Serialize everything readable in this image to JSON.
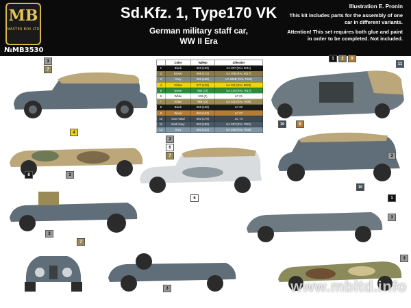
{
  "brand": {
    "logo_mark": "MB",
    "logo_sub": "MASTER BOX LTD",
    "code": "№MB3530"
  },
  "header": {
    "title": "Sd.Kfz. 1, Type170 VK",
    "subtitle_line1": "German military staff car,",
    "subtitle_line2": "WW II Era",
    "credit": "Illustration E. Pronin",
    "kit_note": "This kit includes parts for the assembly of one car in different variants.",
    "warn_note": "Attention! This set requires both glue and paint in order to be completed. Not included."
  },
  "color_table": {
    "headers": [
      "",
      "Color",
      "Vallejo",
      "Lifecolor"
    ],
    "rows": [
      {
        "n": "1",
        "name": "Black",
        "vallejo": "950 (169)",
        "life": "UA 307 (RAL 9011)",
        "bg": "#111111",
        "fg": "#ffffff"
      },
      {
        "n": "2",
        "name": "Brown",
        "vallejo": "985 (172)",
        "life": "UA 305 (RAL 8017)",
        "bg": "#8a7a4a",
        "fg": "#ffffff"
      },
      {
        "n": "3",
        "name": "Grey",
        "vallejo": "992 (168)",
        "life": "UA 220B (RAL 7016)",
        "bg": "#7f8c8c",
        "fg": "#ffffff"
      },
      {
        "n": "4",
        "name": "Yellow",
        "vallejo": "977 (125)",
        "life": "UA 201 (RAL 8020)",
        "bg": "#f2d20c",
        "fg": "#222222"
      },
      {
        "n": "5",
        "name": "Green",
        "vallejo": "893 (72)",
        "life": "UA 210 (RAL 7017)",
        "bg": "#2e8b3a",
        "fg": "#ffffff"
      },
      {
        "n": "6",
        "name": "White",
        "vallejo": "919 (2)",
        "life": "LC 01",
        "bg": "#ffffff",
        "fg": "#222222"
      },
      {
        "n": "7",
        "name": "Khaki",
        "vallejo": "988 (13)",
        "life": "UA 402 (RAL 7008)",
        "bg": "#9a8a55",
        "fg": "#ffffff"
      },
      {
        "n": "8",
        "name": "Black",
        "vallejo": "950 (169)",
        "life": "LC 02",
        "bg": "#1a1a1a",
        "fg": "#ffffff"
      },
      {
        "n": "9",
        "name": "Wood",
        "vallejo": "983 (163)",
        "life": "LC 07",
        "bg": "#b27d35",
        "fg": "#ffffff"
      },
      {
        "n": "10",
        "name": "Gun metal",
        "vallejo": "863 (179)",
        "life": "LC 74",
        "bg": "#3b4a55",
        "fg": "#ffffff"
      },
      {
        "n": "11",
        "name": "Dark Grey",
        "vallejo": "862 (180)",
        "life": "UA 287 (RAL 7021)",
        "bg": "#4a5a66",
        "fg": "#ffffff"
      },
      {
        "n": "12",
        "name": "Grey",
        "vallejo": "862 (162)",
        "life": "UA 205 (RAL 7044)",
        "bg": "#7e96a6",
        "fg": "#ffffff"
      }
    ]
  },
  "callouts": {
    "t1": "3",
    "t2": "7",
    "t3": "1",
    "t4": "2",
    "t5": "9",
    "t6": "11",
    "t7": "10",
    "t8": "9",
    "t9": "4",
    "t10": "3",
    "t11": "3",
    "t12": "6",
    "t13": "7",
    "t14": "6",
    "t15": "3",
    "t16": "8",
    "t17": "3",
    "t18": "10",
    "t19": "1",
    "t20": "3",
    "t21": "7",
    "t22": "3",
    "t23": "3"
  },
  "watermark": "www.mbltd.info",
  "colors": {
    "header_bg": "#0b0b0b",
    "gold": "#e6c45a",
    "car_grey": "#5f6e78",
    "canvas_tan": "#bba77a"
  }
}
